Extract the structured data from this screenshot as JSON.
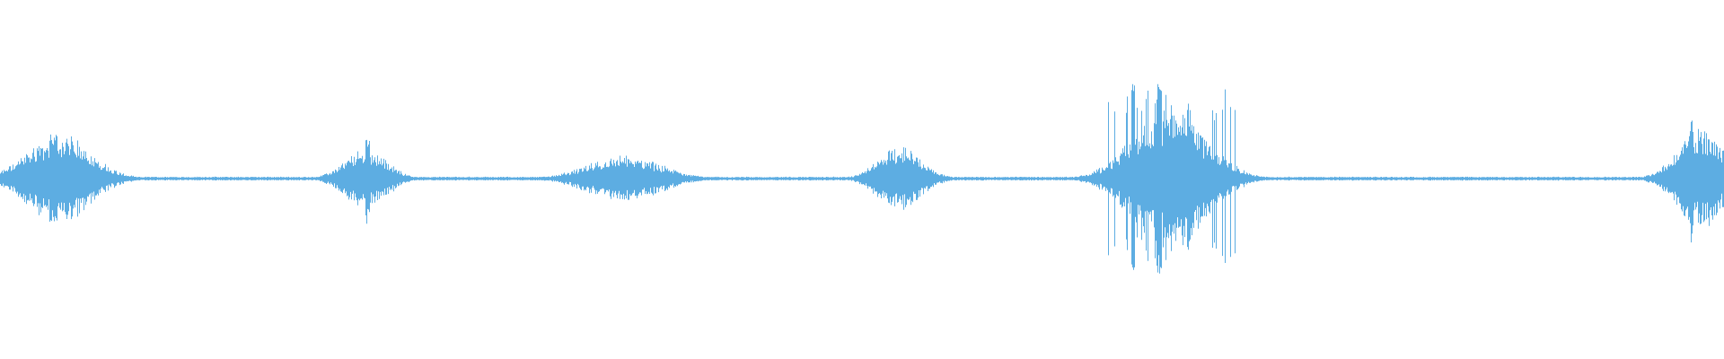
{
  "waveform": {
    "color": "#5dade2",
    "background": "#ffffff",
    "bursts": [
      {
        "center": 0.034,
        "width": 0.038,
        "amplitude": 0.11
      },
      {
        "center": 0.212,
        "width": 0.026,
        "amplitude": 0.07
      },
      {
        "center": 0.362,
        "width": 0.045,
        "amplitude": 0.055
      },
      {
        "center": 0.522,
        "width": 0.026,
        "amplitude": 0.08
      },
      {
        "center": 0.678,
        "width": 0.044,
        "amplitude": 0.17
      },
      {
        "center": 0.986,
        "width": 0.028,
        "amplitude": 0.12
      }
    ],
    "spikes": [
      {
        "position": 0.213,
        "amplitude": 0.12
      },
      {
        "position": 0.657,
        "amplitude": 0.26
      },
      {
        "position": 0.672,
        "amplitude": 0.28
      },
      {
        "position": 0.69,
        "amplitude": 0.2
      },
      {
        "position": 0.981,
        "amplitude": 0.17
      }
    ]
  }
}
